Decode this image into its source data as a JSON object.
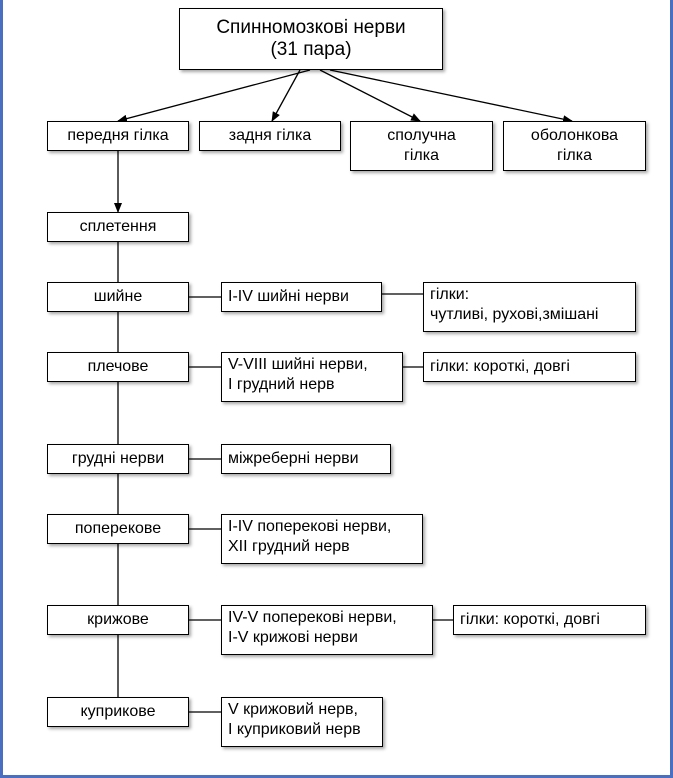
{
  "title": {
    "line1": "Спинномозкові нерви",
    "line2": "(31 пара)"
  },
  "branches": [
    "передня гілка",
    "задня гілка",
    "сполучна\nгілка",
    "оболонкова\nгілка"
  ],
  "pleksus": "сплетення",
  "rows": [
    {
      "name": "шийне",
      "nerves": "I-IV шийні нерви",
      "extra": "гілки:\nчутливі, рухові,змішані"
    },
    {
      "name": "плечове",
      "nerves": "V-VIII шийні нерви,\nI грудний нерв",
      "extra": "гілки: короткі, довгі"
    },
    {
      "name": "грудні нерви",
      "nerves": "міжреберні нерви"
    },
    {
      "name": "поперекове",
      "nerves": "I-IV поперекові нерви,\nXII грудний нерв"
    },
    {
      "name": "крижове",
      "nerves": "IV-V поперекові нерви,\nI-V крижові нерви",
      "extra": "гілки: короткі, довгі"
    },
    {
      "name": "куприкове",
      "nerves": "V крижовий нерв,\nI куприковий нерв"
    }
  ]
}
